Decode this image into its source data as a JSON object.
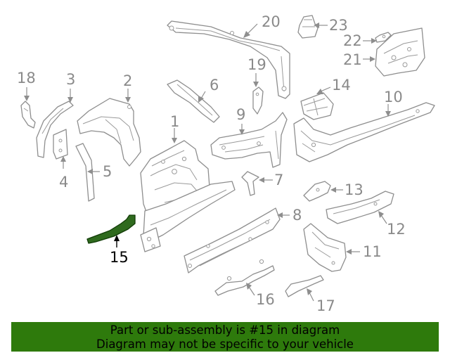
{
  "diagram": {
    "highlighted_part": "15",
    "highlight_color": "#2f6a1e",
    "callouts": [
      "1",
      "2",
      "3",
      "4",
      "5",
      "6",
      "7",
      "8",
      "9",
      "10",
      "11",
      "12",
      "13",
      "14",
      "15",
      "16",
      "17",
      "18",
      "19",
      "20",
      "21",
      "22",
      "23"
    ]
  },
  "banner": {
    "background": "#2e7a0c",
    "line1": "Part or sub-assembly is #15 in diagram",
    "line2": "Diagram may not be specific to your vehicle"
  }
}
